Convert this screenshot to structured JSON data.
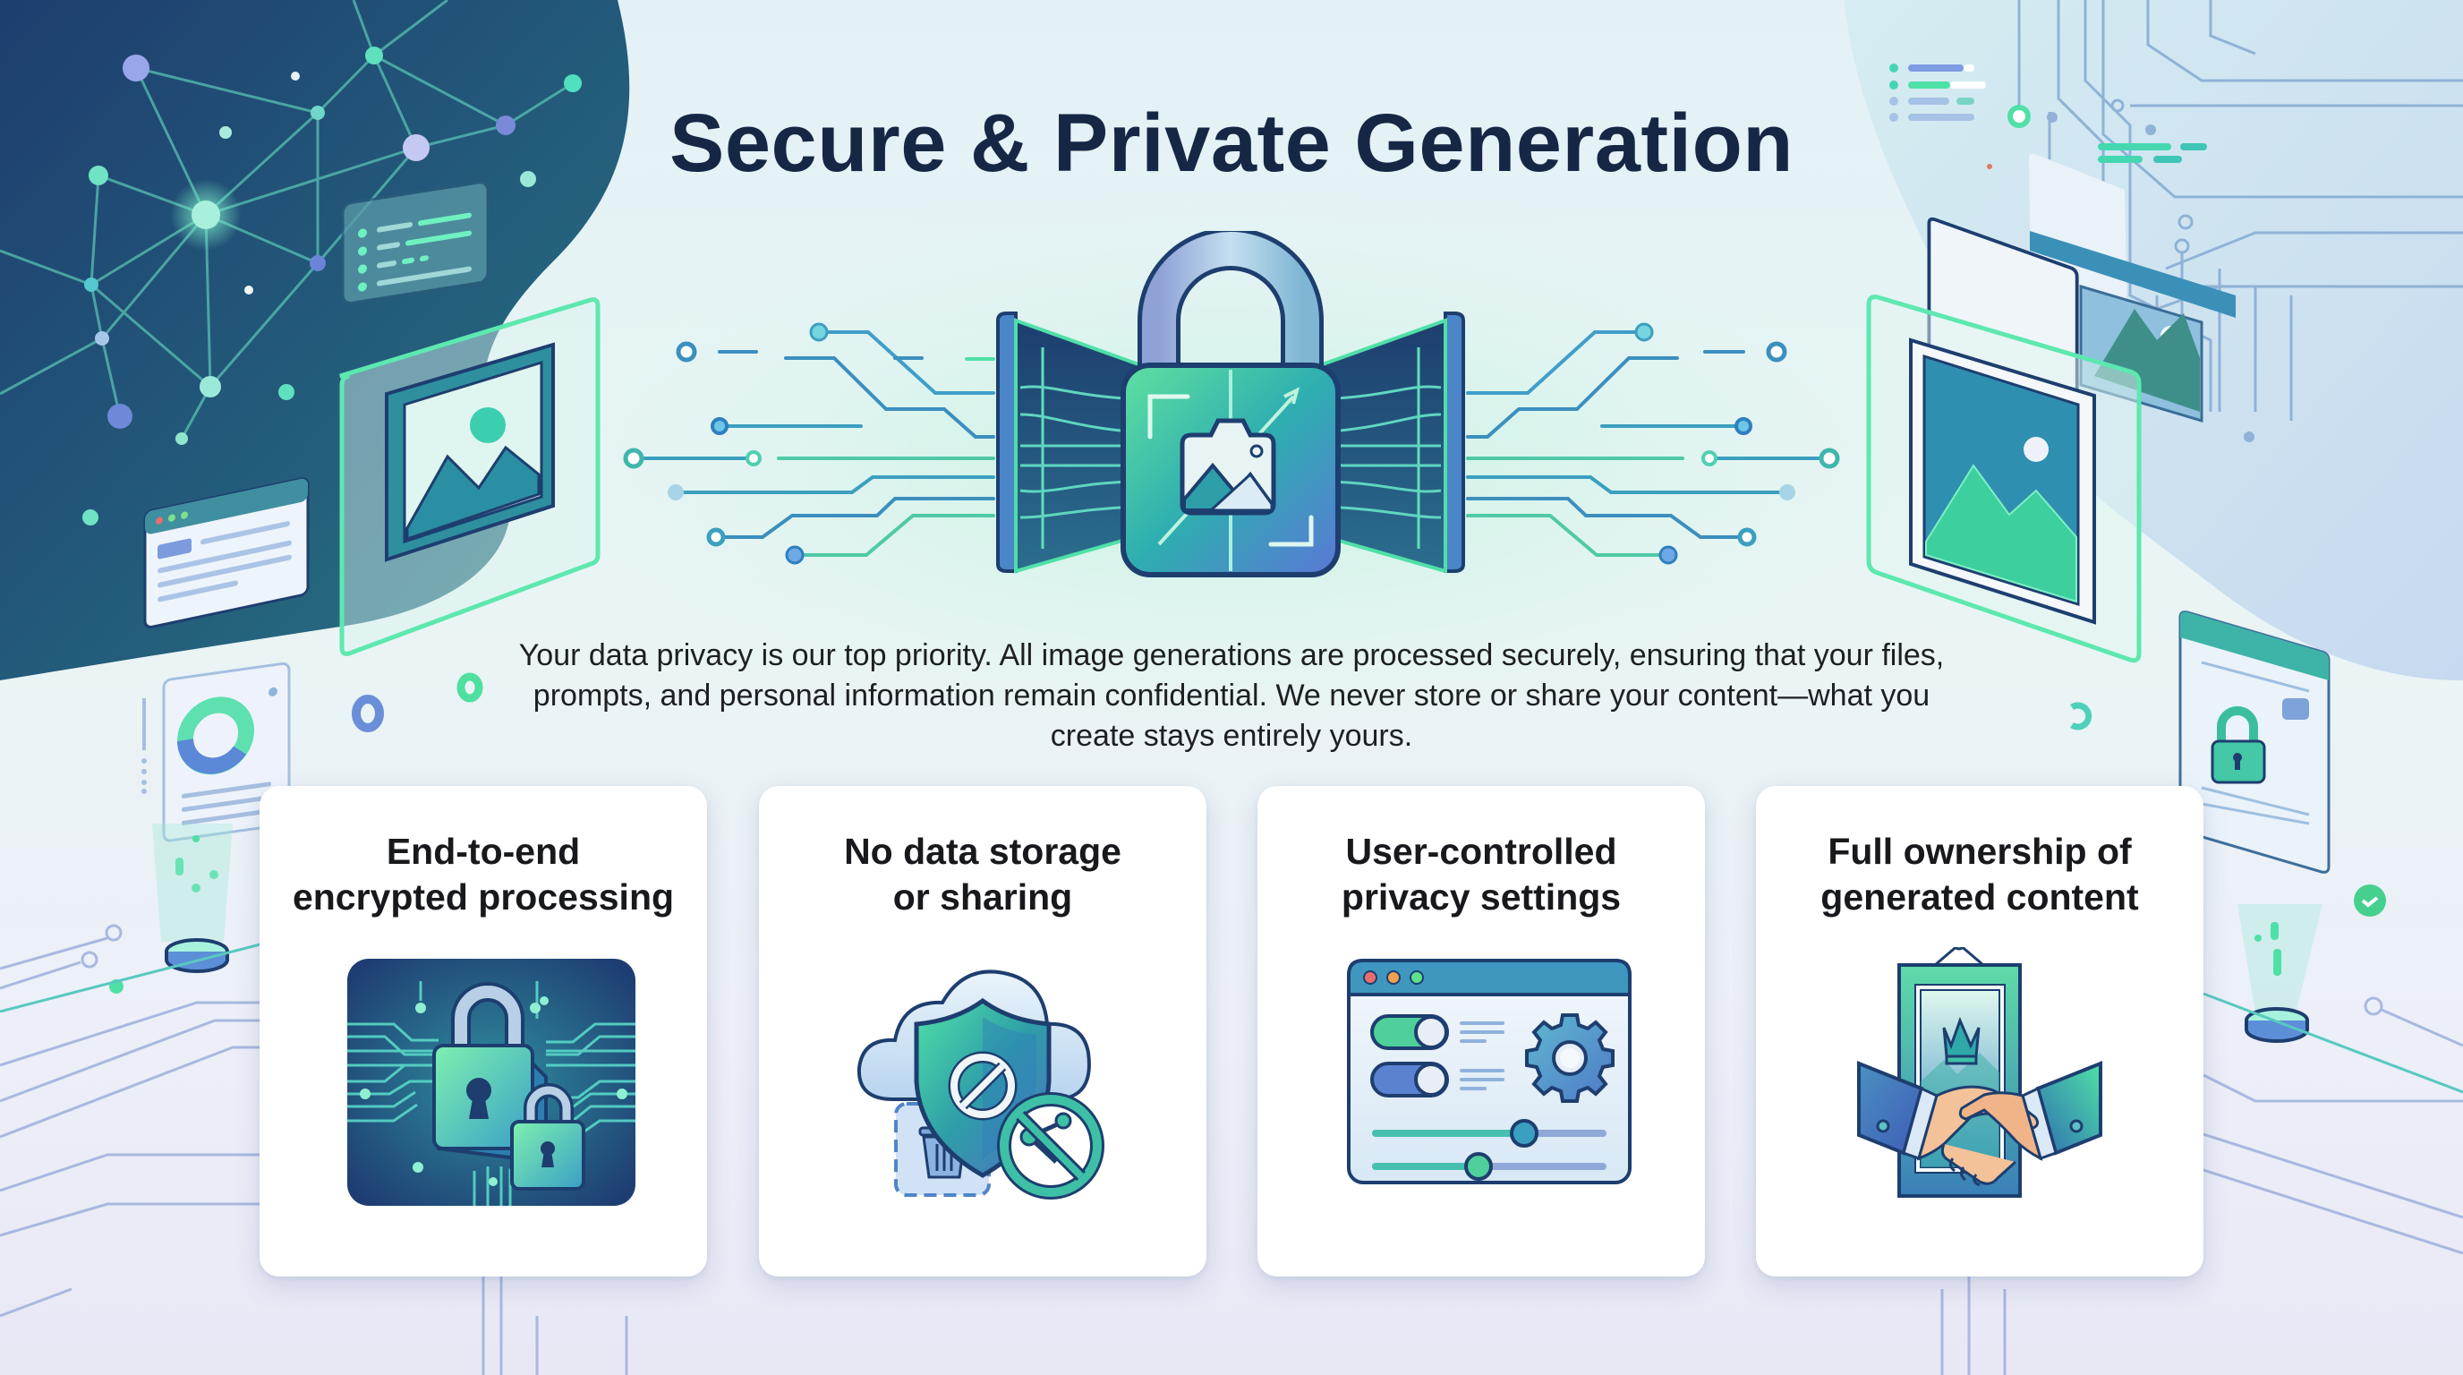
{
  "page": {
    "title": "Secure & Private Generation",
    "description": "Your data privacy is our top priority. All image generations are processed securely, ensuring that your files, prompts, and personal information remain confidential. We never store or share your content—what you create stays entirely yours."
  },
  "hero": {
    "icon": "padlock-with-image-icon",
    "decorations": [
      "network-graph",
      "image-frame-left",
      "image-frame-right",
      "browser-window",
      "circuit-lines"
    ]
  },
  "features": [
    {
      "title": "End-to-end\nencrypted processing",
      "icon": "encrypted-padlocks-icon"
    },
    {
      "title": "No data storage\nor sharing",
      "icon": "cloud-shield-no-share-icon"
    },
    {
      "title": "User-controlled\nprivacy settings",
      "icon": "settings-toggles-window-icon"
    },
    {
      "title": "Full ownership of\ngenerated content",
      "icon": "handshake-frame-crown-icon"
    }
  ],
  "colors": {
    "title": "#162746",
    "navy": "#1f3f6e",
    "teal": "#2fa59c",
    "mint": "#4fe0a7",
    "blue": "#4f7fd0",
    "card_bg": "#ffffff"
  }
}
